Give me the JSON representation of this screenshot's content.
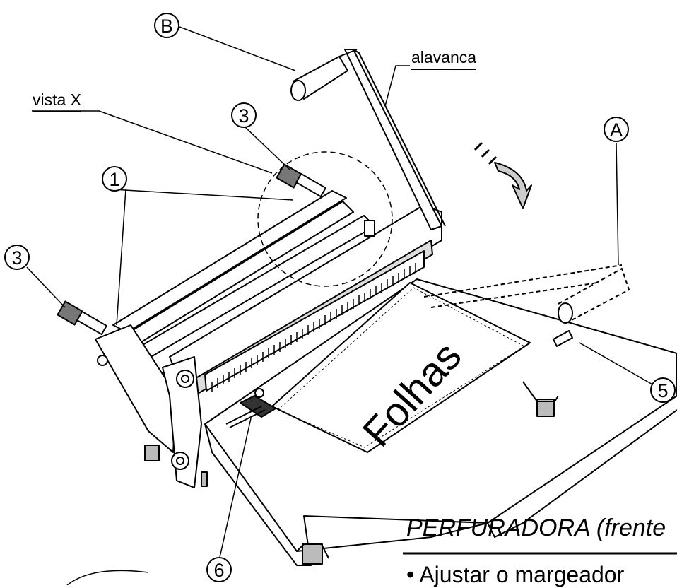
{
  "labels": {
    "alavanca": "alavanca",
    "vista_x": "vista X",
    "folhas": "Folhas"
  },
  "callouts": {
    "A": "A",
    "B": "B",
    "one": "1",
    "three_top": "3",
    "three_left": "3",
    "five": "5",
    "six": "6"
  },
  "text_block": {
    "title": "PERFURADORA (frente",
    "bullet": "• Ajustar o margeador"
  }
}
